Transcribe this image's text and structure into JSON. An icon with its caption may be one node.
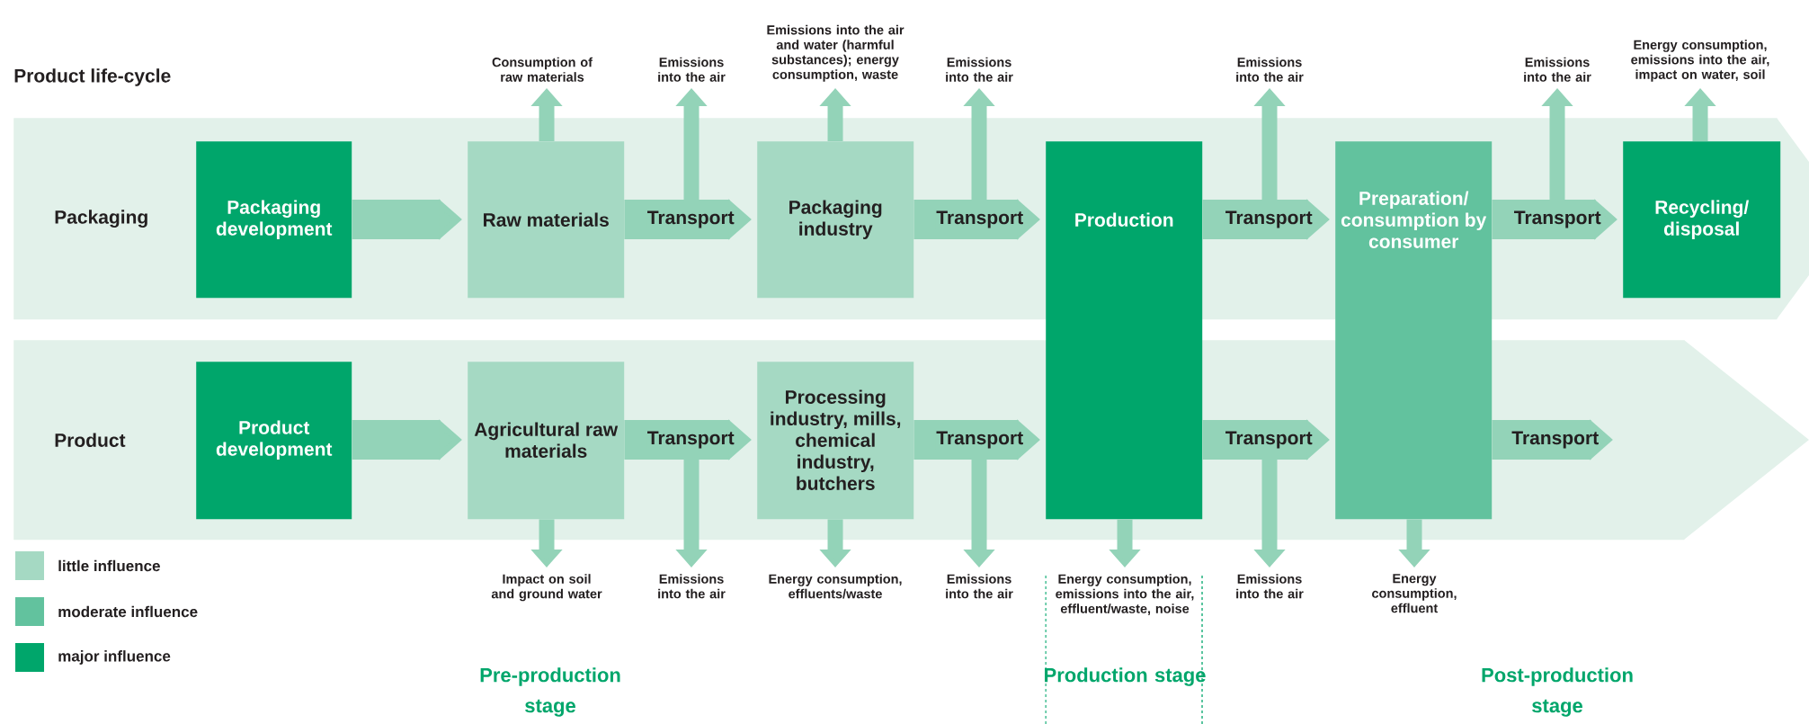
{
  "diagram": {
    "title": "Product life-cycle",
    "nodes": [
      {
        "text": [
          "Packaging"
        ]
      },
      {
        "text": [
          "Packaging development"
        ],
        "in": 0
      },
      {
        "text": [
          "Raw materials"
        ],
        "in": 0
      },
      {
        "text": [
          "Packaging industry"
        ],
        "in": 0
      },
      {
        "text": [
          "Production"
        ]
      },
      {
        "text": [
          "Preparation/ consumption by consumer"
        ]
      },
      {
        "text": [
          "Recycling/ disposal"
        ],
        "in": 0
      },
      {
        "text": [
          "Product"
        ]
      },
      {
        "text": [
          "Product development"
        ],
        "in": 7
      },
      {
        "text": [
          "Agricultural raw materials"
        ],
        "in": 7
      },
      {
        "text": [
          "Processing industry, mills, chemical industry, butchers"
        ],
        "in": 7
      },
      {
        "text": [
          "Consumption of raw materials"
        ]
      },
      {
        "text": [
          "Emissions into the air"
        ]
      },
      {
        "text": [
          "Emissions into the air and water (harmful substances); energy consumption, waste"
        ]
      },
      {
        "text": [
          "Emissions into the air"
        ]
      },
      {
        "text": [
          "Emissions into the air"
        ]
      },
      {
        "text": [
          "Emissions into the air"
        ]
      },
      {
        "text": [
          "Energy consumption, emissions into the air, impact on water, soil"
        ]
      },
      {
        "text": [
          "Impact on soil and ground water"
        ]
      },
      {
        "text": [
          "Emissions into the air"
        ]
      },
      {
        "text": [
          "Energy consumption, effluents/waste"
        ]
      },
      {
        "text": [
          "Emissions into the air"
        ]
      },
      {
        "text": [
          "Energy consumption, emissions into the air, effluent/waste, noise"
        ]
      },
      {
        "text": [
          "Emissions into the air"
        ]
      },
      {
        "text": [
          "Energy consumption, effluent"
        ]
      }
    ],
    "edges": [
      {
        "from": 1,
        "to": 2,
        "arrow": "to",
        "style": "thick"
      },
      {
        "from": 2,
        "to": 3,
        "arrow": "to",
        "label": "Transport",
        "style": "thick"
      },
      {
        "from": 3,
        "to": 4,
        "arrow": "to",
        "label": "Transport",
        "style": "thick"
      },
      {
        "from": 4,
        "to": 5,
        "arrow": "to",
        "label": "Transport",
        "style": "thick"
      },
      {
        "from": 5,
        "to": 6,
        "arrow": "to",
        "label": "Transport",
        "style": "thick"
      },
      {
        "from": 8,
        "to": 9,
        "arrow": "to",
        "style": "thick"
      },
      {
        "from": 9,
        "to": 10,
        "arrow": "to",
        "label": "Transport",
        "style": "thick"
      },
      {
        "from": 10,
        "to": 4,
        "arrow": "to",
        "label": "Transport",
        "style": "thick"
      },
      {
        "from": 4,
        "to": 5,
        "arrow": "to",
        "label": "Transport",
        "style": "thick"
      },
      {
        "from": 5,
        "to": null,
        "arrow": "to",
        "label": "Transport",
        "style": "thick"
      },
      {
        "from": 2,
        "to": 11,
        "arrow": "to"
      },
      {
        "from": null,
        "to": 12,
        "arrow": "to"
      },
      {
        "from": 3,
        "to": 13,
        "arrow": "to"
      },
      {
        "from": null,
        "to": 14,
        "arrow": "to"
      },
      {
        "from": null,
        "to": 15,
        "arrow": "to"
      },
      {
        "from": null,
        "to": 16,
        "arrow": "to"
      },
      {
        "from": 6,
        "to": 17,
        "arrow": "to"
      },
      {
        "from": 9,
        "to": 18,
        "arrow": "to"
      },
      {
        "from": null,
        "to": 19,
        "arrow": "to"
      },
      {
        "from": 10,
        "to": 20,
        "arrow": "to"
      },
      {
        "from": null,
        "to": 21,
        "arrow": "to"
      },
      {
        "from": 4,
        "to": 22,
        "arrow": "to"
      },
      {
        "from": null,
        "to": 23,
        "arrow": "to"
      },
      {
        "from": 5,
        "to": 24,
        "arrow": "to"
      }
    ],
    "labels": [
      "Pre-production stage",
      "Production stage",
      "Post-production stage"
    ],
    "legend": [
      {
        "text": "little influence",
        "color": "#a5d9c3"
      },
      {
        "text": "moderate influence",
        "color": "#62c29e"
      },
      {
        "text": "major influence",
        "color": "#00a66b"
      }
    ]
  }
}
